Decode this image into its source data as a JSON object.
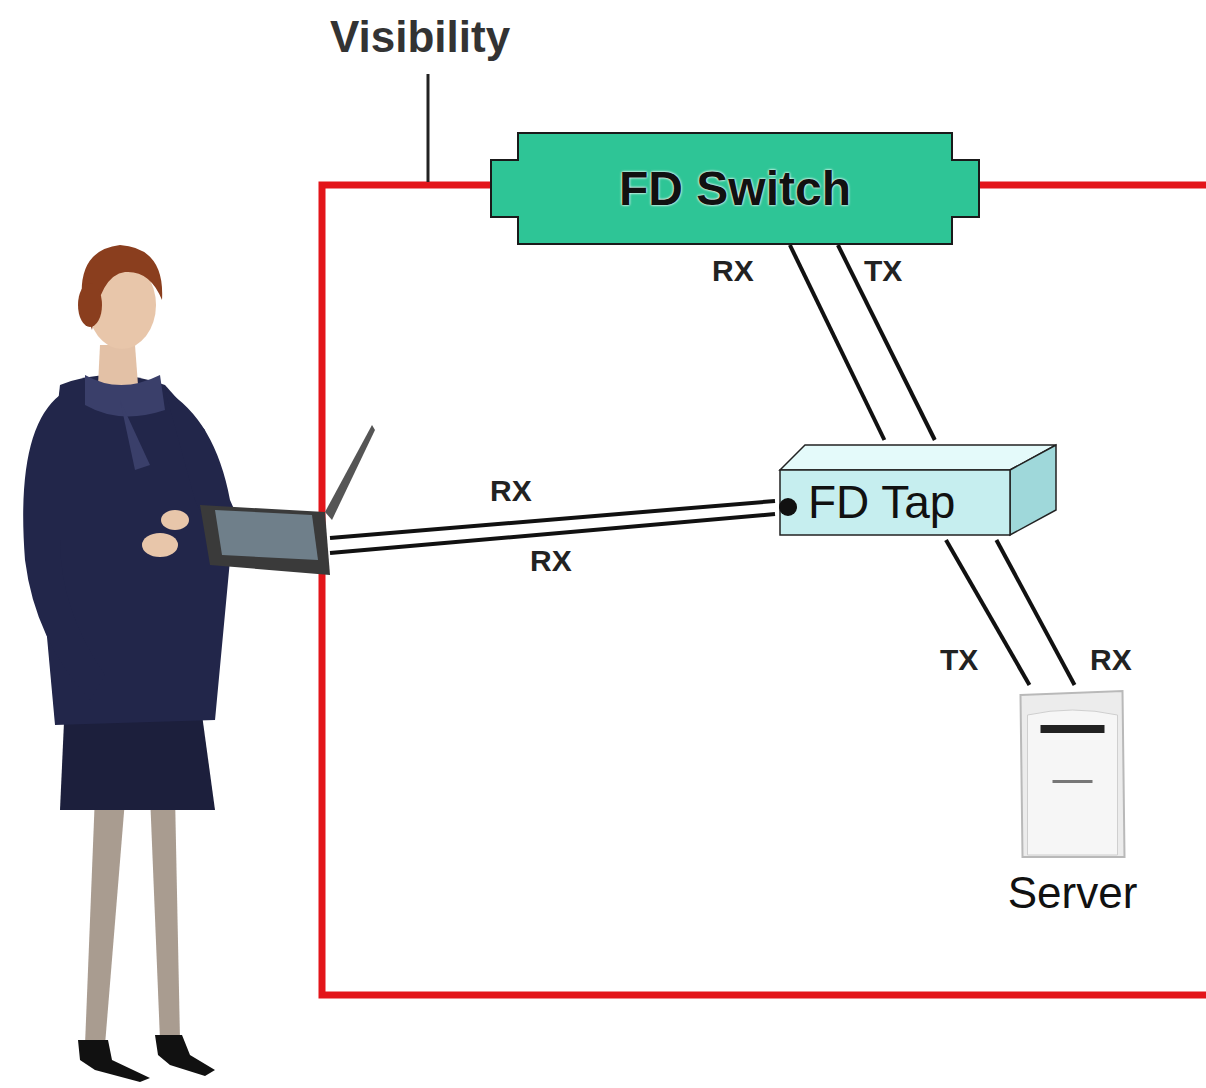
{
  "diagram": {
    "nodes": [
      {
        "text": [
          "FD Switch"
        ]
      },
      {
        "text": [
          "FD Tap"
        ]
      },
      {
        "text": [
          "Server"
        ]
      }
    ],
    "edges": [
      {
        "from": 0,
        "to": 1,
        "arrow": "none"
      },
      {
        "from": 1,
        "to": 2,
        "arrow": "none"
      }
    ],
    "labels": [
      "Visibility",
      "RX",
      "TX",
      "RX",
      "RX",
      "TX",
      "RX"
    ]
  }
}
